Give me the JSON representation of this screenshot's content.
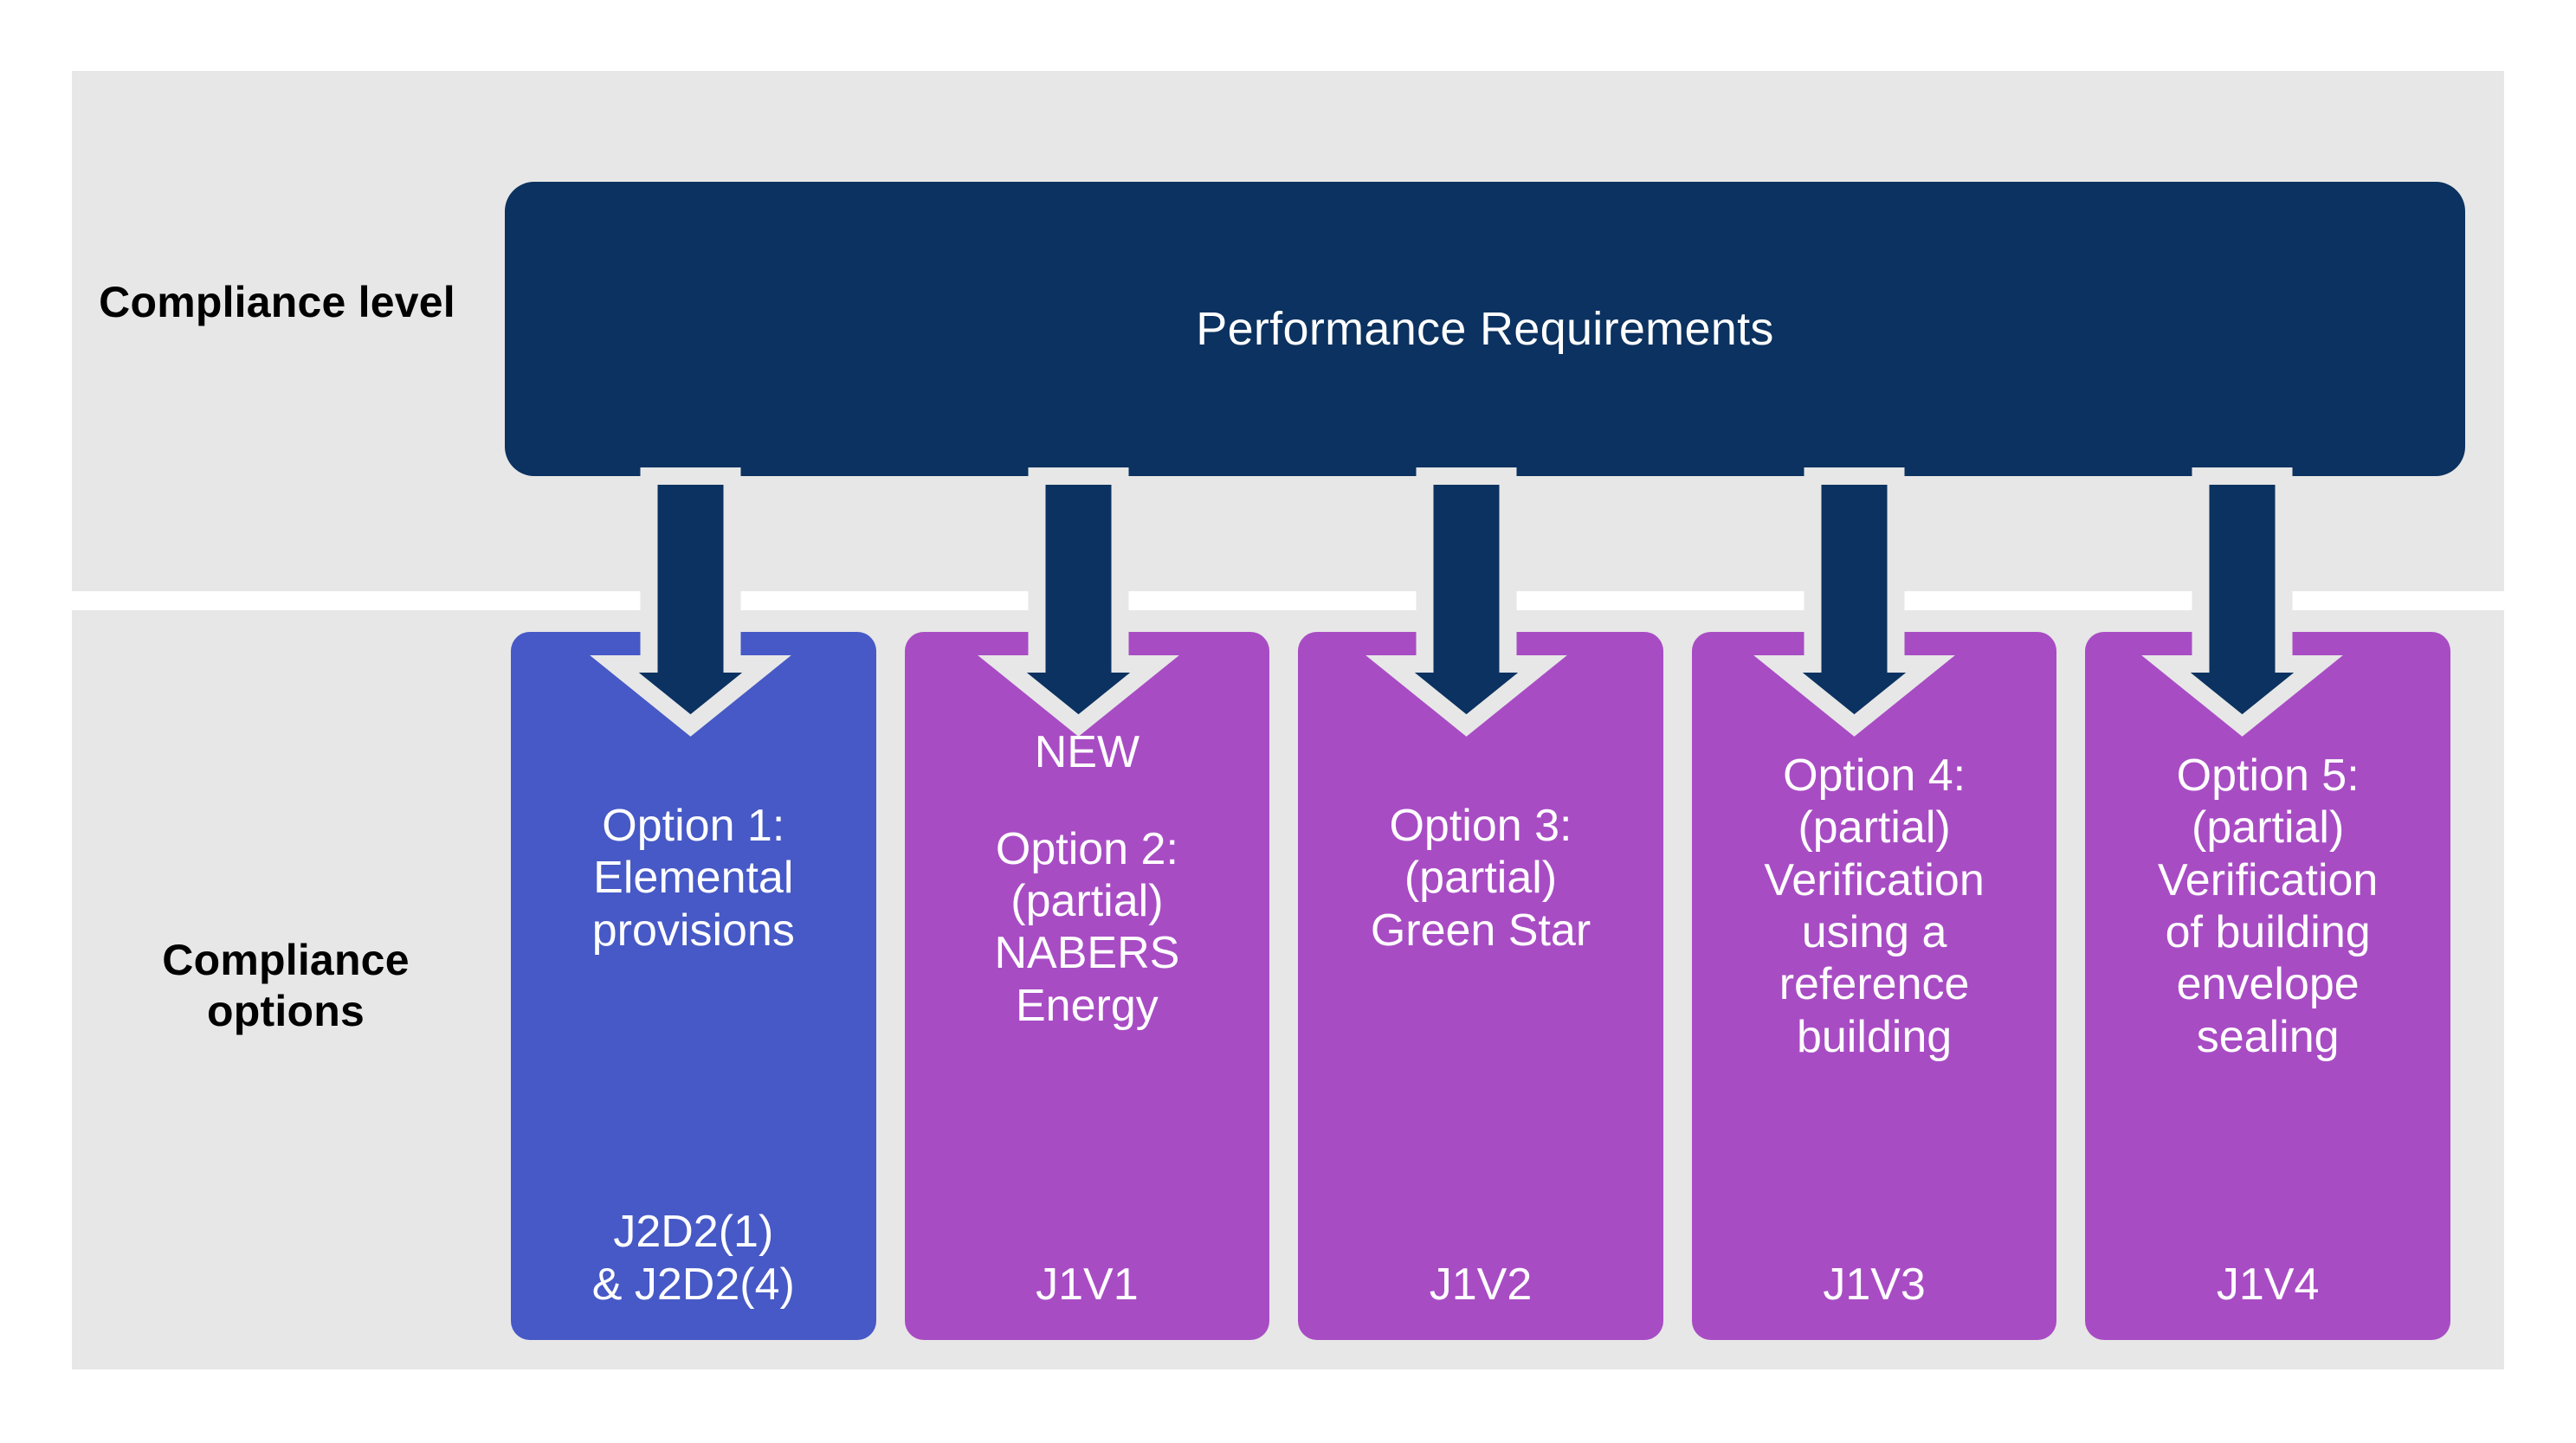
{
  "diagram": {
    "rows": [
      {
        "label": "Compliance\nlevel"
      },
      {
        "label": "Compliance\noptions"
      }
    ],
    "performance_box": {
      "text": "Performance Requirements",
      "color": "#0b3260",
      "text_color": "#ffffff"
    },
    "arrow": {
      "color": "#0b3260",
      "outline_color": "#e7e7e7",
      "count": 5,
      "icon": "down-arrow-icon"
    },
    "band_color": "#e7e7e7",
    "options": [
      {
        "badge": "",
        "title": "Option 1:\nElemental\nprovisions",
        "code": "J2D2(1)\n& J2D2(4)",
        "color": "#4659c6"
      },
      {
        "badge": "NEW",
        "title": "Option 2:\n(partial)\nNABERS\nEnergy",
        "code": "J1V1",
        "color": "#a84cc4"
      },
      {
        "badge": "",
        "title": "Option 3:\n(partial)\nGreen Star",
        "code": "J1V2",
        "color": "#a84cc4"
      },
      {
        "badge": "",
        "title": "Option 4:\n(partial)\nVerification\nusing a\nreference\nbuilding",
        "code": "J1V3",
        "color": "#a84cc4"
      },
      {
        "badge": "",
        "title": "Option 5:\n(partial)\nVerification\nof building\nenvelope\nsealing",
        "code": "J1V4",
        "color": "#a84cc4"
      }
    ]
  }
}
